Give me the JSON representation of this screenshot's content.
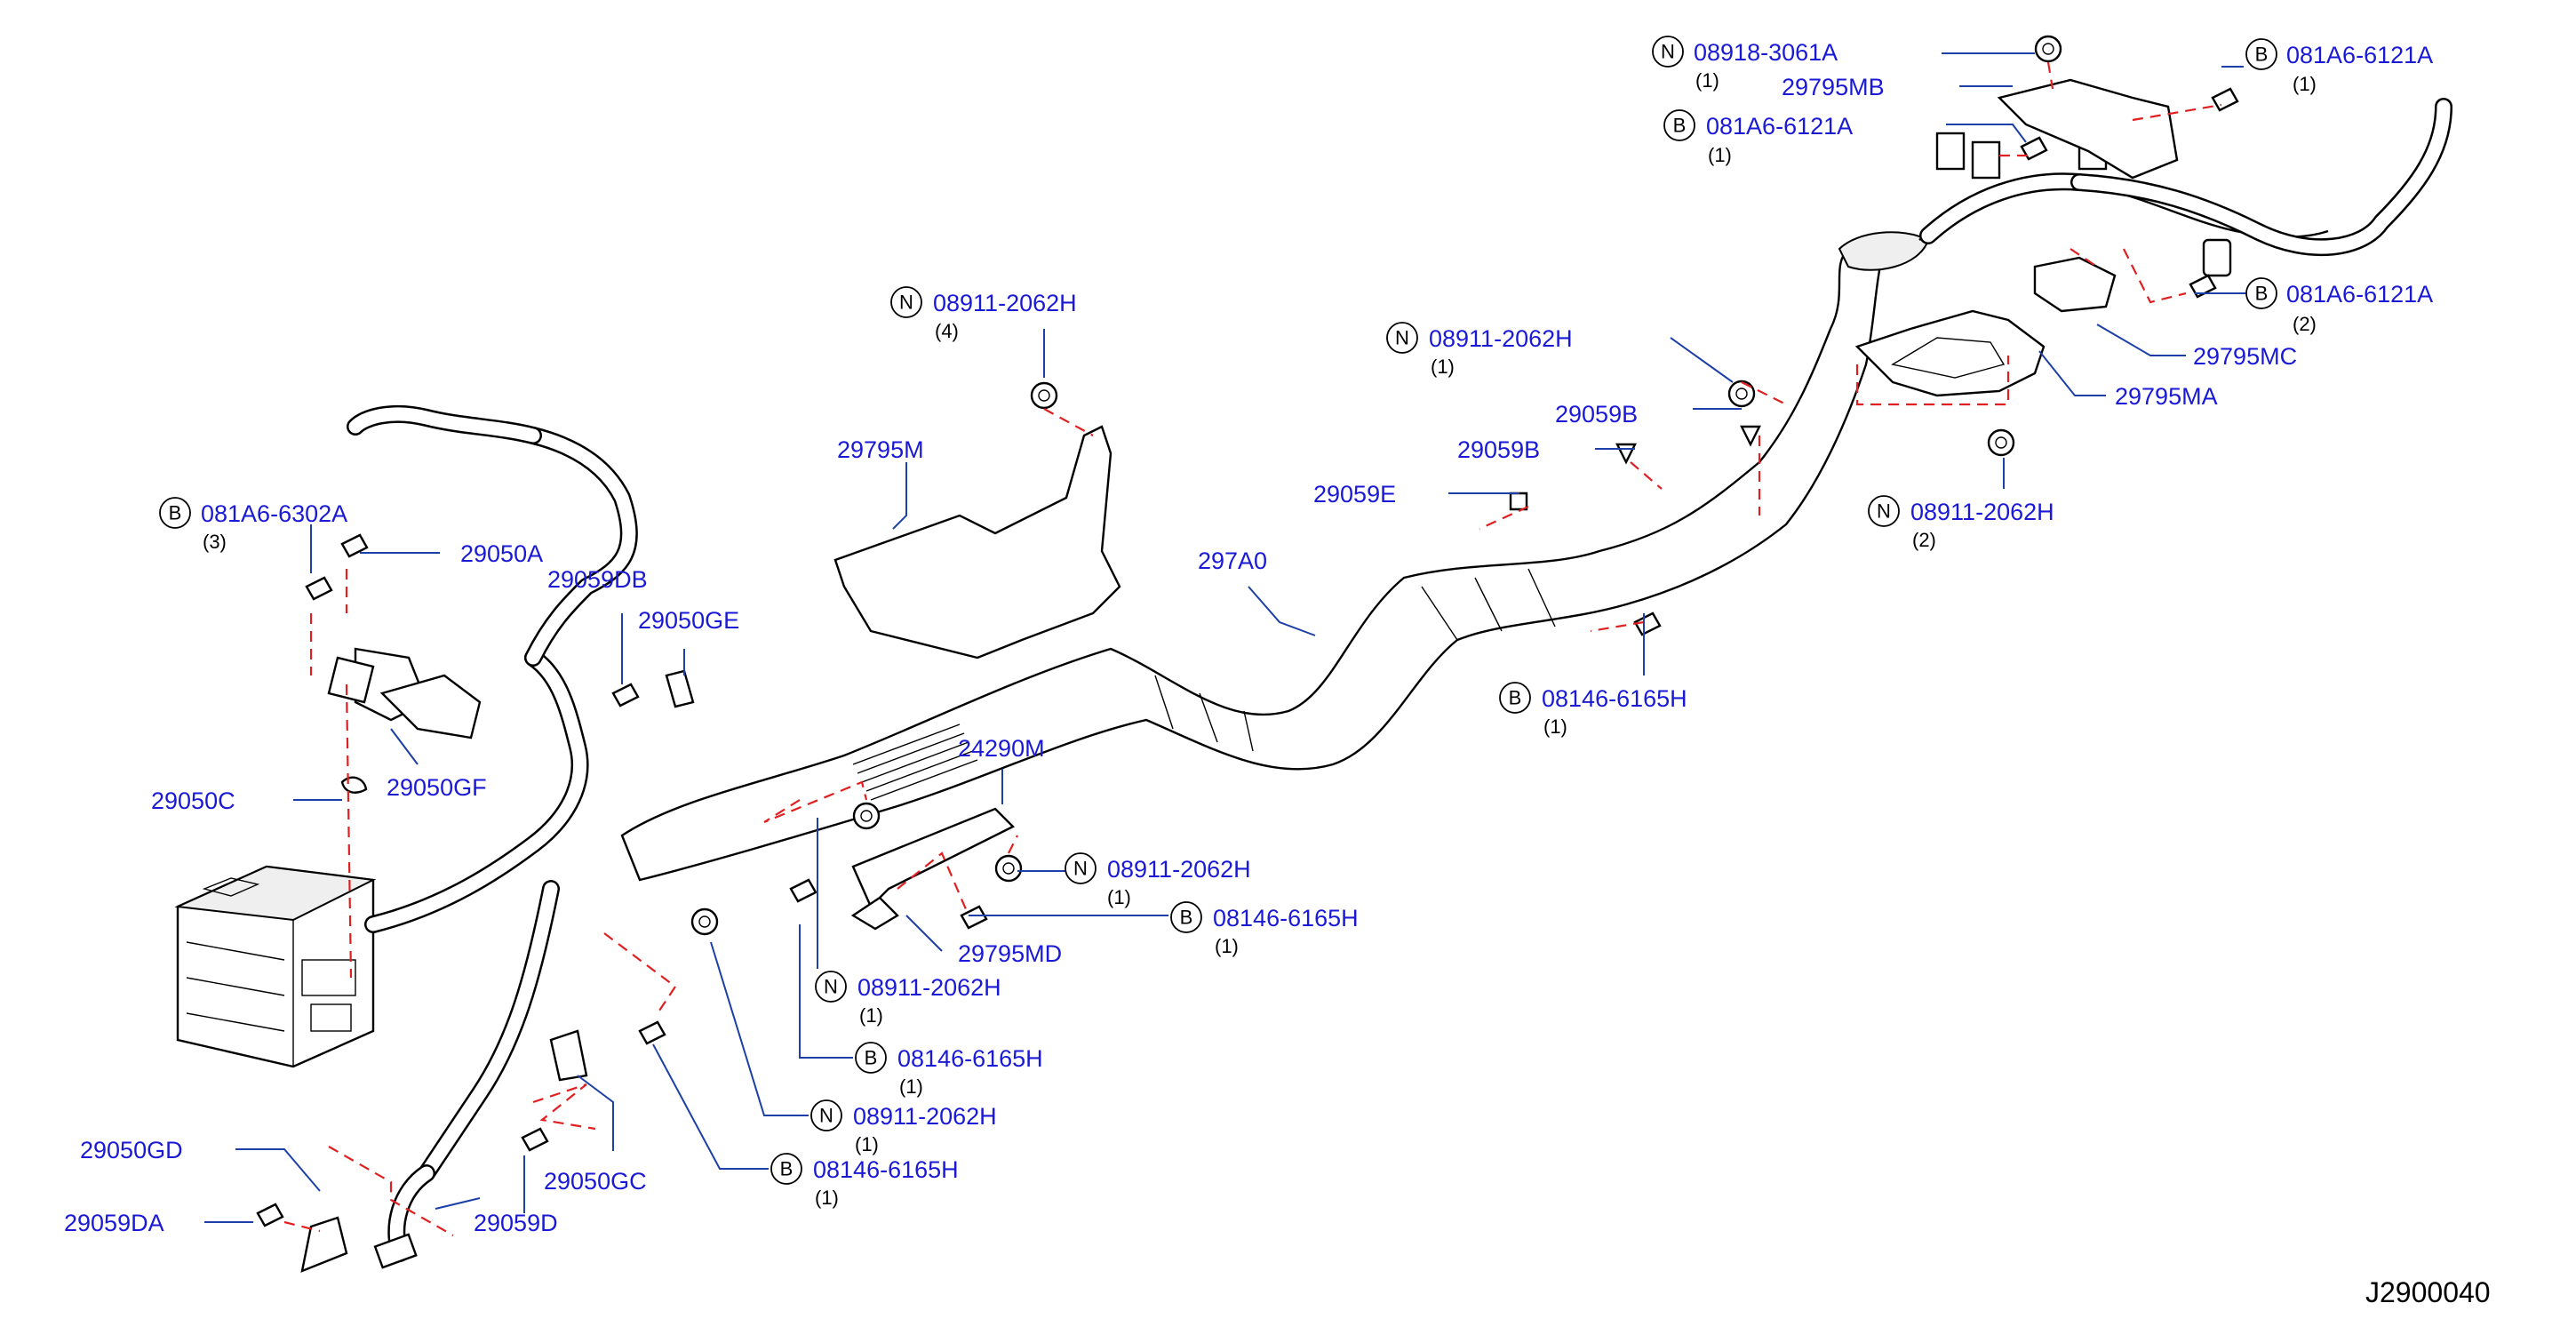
{
  "diagram_ref": "J2900040",
  "callouts": [
    {
      "id": "c01",
      "prefix": "N",
      "code": "08918-3061A",
      "qty": "(1)"
    },
    {
      "id": "c02",
      "prefix": "",
      "code": "29795MB",
      "qty": ""
    },
    {
      "id": "c03",
      "prefix": "B",
      "code": "081A6-6121A",
      "qty": "(1)"
    },
    {
      "id": "c04",
      "prefix": "B",
      "code": "081A6-6121A",
      "qty": "(1)"
    },
    {
      "id": "c05",
      "prefix": "B",
      "code": "081A6-6121A",
      "qty": "(2)"
    },
    {
      "id": "c06",
      "prefix": "",
      "code": "29795MC",
      "qty": ""
    },
    {
      "id": "c07",
      "prefix": "",
      "code": "29795MA",
      "qty": ""
    },
    {
      "id": "c08",
      "prefix": "N",
      "code": "08911-2062H",
      "qty": "(1)"
    },
    {
      "id": "c09",
      "prefix": "",
      "code": "29059B",
      "qty": ""
    },
    {
      "id": "c10",
      "prefix": "",
      "code": "29059B",
      "qty": ""
    },
    {
      "id": "c11",
      "prefix": "",
      "code": "29059E",
      "qty": ""
    },
    {
      "id": "c12",
      "prefix": "N",
      "code": "08911-2062H",
      "qty": "(2)"
    },
    {
      "id": "c13",
      "prefix": "",
      "code": "297A0",
      "qty": ""
    },
    {
      "id": "c14",
      "prefix": "B",
      "code": "08146-6165H",
      "qty": "(1)"
    },
    {
      "id": "c15",
      "prefix": "N",
      "code": "08911-2062H",
      "qty": "(4)"
    },
    {
      "id": "c16",
      "prefix": "",
      "code": "29795M",
      "qty": ""
    },
    {
      "id": "c17",
      "prefix": "B",
      "code": "081A6-6302A",
      "qty": "(3)"
    },
    {
      "id": "c18",
      "prefix": "",
      "code": "29050A",
      "qty": ""
    },
    {
      "id": "c19",
      "prefix": "",
      "code": "29059DB",
      "qty": ""
    },
    {
      "id": "c20",
      "prefix": "",
      "code": "29050GE",
      "qty": ""
    },
    {
      "id": "c21",
      "prefix": "",
      "code": "29050C",
      "qty": ""
    },
    {
      "id": "c22",
      "prefix": "",
      "code": "29050GF",
      "qty": ""
    },
    {
      "id": "c23",
      "prefix": "",
      "code": "24290M",
      "qty": ""
    },
    {
      "id": "c24",
      "prefix": "N",
      "code": "08911-2062H",
      "qty": "(1)"
    },
    {
      "id": "c25",
      "prefix": "B",
      "code": "08146-6165H",
      "qty": "(1)"
    },
    {
      "id": "c26",
      "prefix": "",
      "code": "29795MD",
      "qty": ""
    },
    {
      "id": "c27",
      "prefix": "N",
      "code": "08911-2062H",
      "qty": "(1)"
    },
    {
      "id": "c28",
      "prefix": "B",
      "code": "08146-6165H",
      "qty": "(1)"
    },
    {
      "id": "c29",
      "prefix": "N",
      "code": "08911-2062H",
      "qty": "(1)"
    },
    {
      "id": "c30",
      "prefix": "B",
      "code": "08146-6165H",
      "qty": "(1)"
    },
    {
      "id": "c31",
      "prefix": "",
      "code": "29050GD",
      "qty": ""
    },
    {
      "id": "c32",
      "prefix": "",
      "code": "29050GC",
      "qty": ""
    },
    {
      "id": "c33",
      "prefix": "",
      "code": "29059DA",
      "qty": ""
    },
    {
      "id": "c34",
      "prefix": "",
      "code": "29059D",
      "qty": ""
    }
  ]
}
